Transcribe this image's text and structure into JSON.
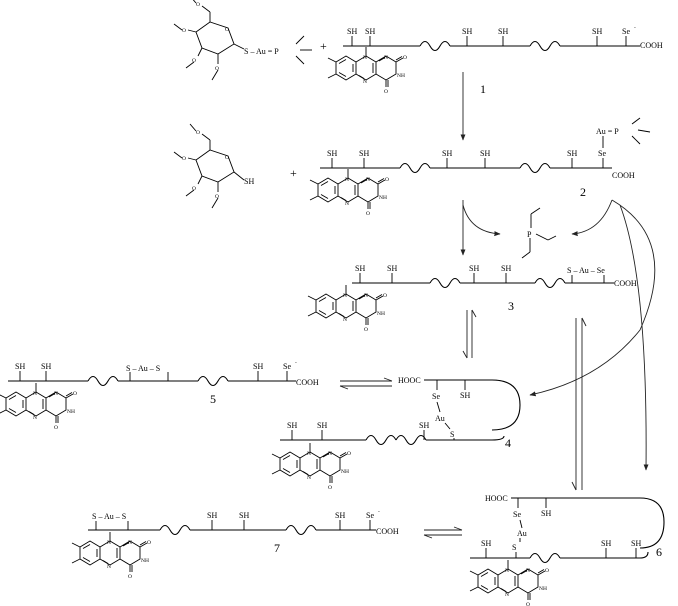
{
  "labels": {
    "sh": "SH",
    "se_minus": "Se",
    "minus": "-",
    "se": "Se",
    "cooh": "COOH",
    "hooc": "HOOC",
    "au": "Au",
    "s": "S",
    "p": "P",
    "o": "O",
    "n": "N",
    "nh": "NH",
    "plus": "+",
    "s_au_p": "S – Au = P",
    "s_au_s": "S – Au – S",
    "s_au_se": "S – Au – Se",
    "au_p": "Au = P"
  },
  "compounds": [
    "1",
    "2",
    "3",
    "4",
    "5",
    "6",
    "7"
  ]
}
